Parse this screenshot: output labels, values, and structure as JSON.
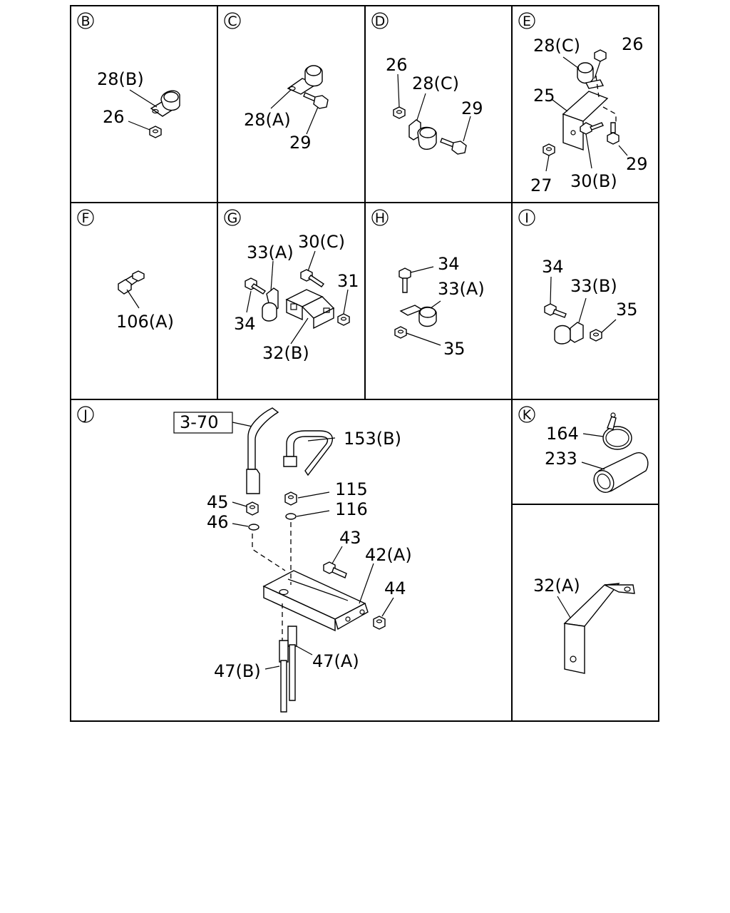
{
  "panels": [
    {
      "id": "B",
      "labels": [
        "28(B)",
        "26"
      ]
    },
    {
      "id": "C",
      "labels": [
        "28(A)",
        "29"
      ]
    },
    {
      "id": "D",
      "labels": [
        "26",
        "28(C)",
        "29"
      ]
    },
    {
      "id": "E",
      "labels": [
        "28(C)",
        "26",
        "25",
        "29",
        "27",
        "30(B)"
      ]
    },
    {
      "id": "F",
      "labels": [
        "106(A)"
      ]
    },
    {
      "id": "G",
      "labels": [
        "33(A)",
        "30(C)",
        "31",
        "34",
        "32(B)"
      ]
    },
    {
      "id": "H",
      "labels": [
        "34",
        "33(A)",
        "35"
      ]
    },
    {
      "id": "I",
      "labels": [
        "34",
        "33(B)",
        "35"
      ]
    },
    {
      "id": "J",
      "labels": [
        "153(B)",
        "115",
        "116",
        "45",
        "46",
        "43",
        "42(A)",
        "44",
        "47(A)",
        "47(B)"
      ]
    },
    {
      "id": "K",
      "labels": [
        "164",
        "233"
      ]
    },
    {
      "id": "",
      "labels": [
        "32(A)"
      ]
    }
  ],
  "reference": "3-70"
}
